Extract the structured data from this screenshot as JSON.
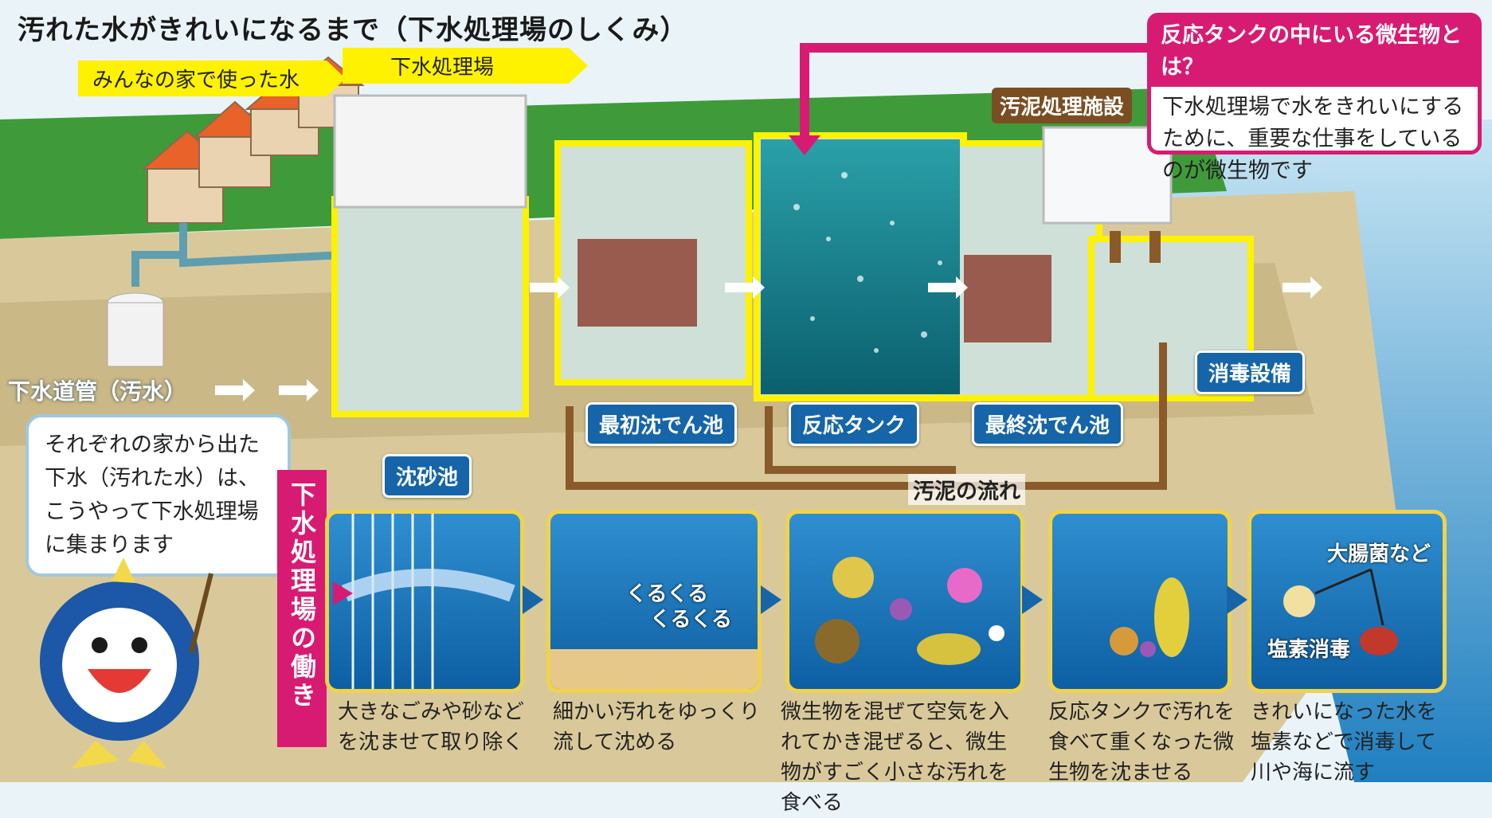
{
  "title": "汚れた水がきれいになるまで（下水処理場のしくみ）",
  "labels": {
    "homes": "みんなの家で使った水",
    "plant": "下水処理場",
    "sewer_pipe": "下水道管（汚水）",
    "sludge_facility": "汚泥処理施設",
    "grit_chamber": "沈砂池",
    "primary_tank": "最初沈でん池",
    "reaction_tank": "反応タンク",
    "final_tank": "最終沈でん池",
    "disinfection": "消毒設備",
    "sludge_flow": "汚泥の流れ"
  },
  "info_box": {
    "heading": "反応タンクの中にいる微生物とは？",
    "body": "下水処理場で水をきれいにするために、重要な仕事をしているのが微生物です"
  },
  "speech": "それぞれの家から出た下水（汚れた水）は、こうやって下水処理場に集まります",
  "side_label": "下水処理場の働き",
  "panels": [
    {
      "caption": "大きなごみや砂などを沈ませて取り除く"
    },
    {
      "caption": "細かい汚れをゆっくり流して沈める",
      "overlay1": "くるくる",
      "overlay2": "くるくる"
    },
    {
      "caption": "微生物を混ぜて空気を入れてかき混ぜると、微生物がすごく小さな汚れを食べる"
    },
    {
      "caption": "反応タンクで汚れを食べて重くなった微生物を沈ませる"
    },
    {
      "caption": "きれいになった水を塩素などで消毒して川や海に流す",
      "overlay1": "大腸菌など",
      "overlay2": "塩素消毒"
    }
  ],
  "colors": {
    "magenta": "#d81b72",
    "blue_label": "#1565a8",
    "yellow": "#fff200",
    "brown": "#7a4e22"
  }
}
